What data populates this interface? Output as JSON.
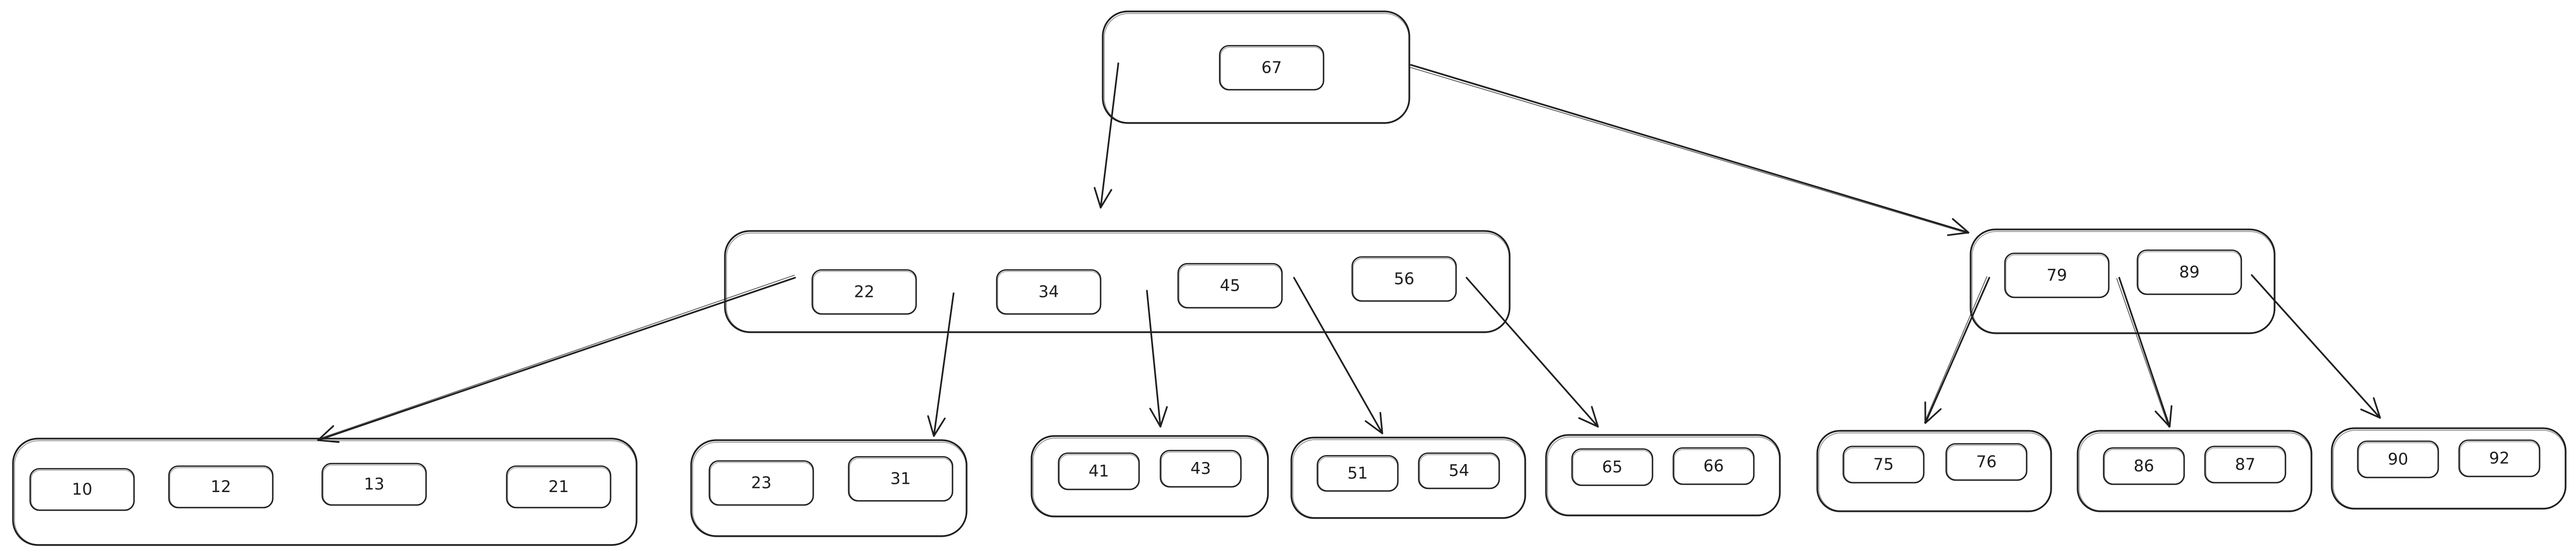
{
  "tree": {
    "nodes": [
      {
        "id": "root",
        "keys": [
          "67"
        ]
      },
      {
        "id": "internal-left",
        "keys": [
          "22",
          "34",
          "45",
          "56"
        ]
      },
      {
        "id": "internal-right",
        "keys": [
          "79",
          "89"
        ]
      },
      {
        "id": "leaf-1",
        "keys": [
          "10",
          "12",
          "13",
          "21"
        ]
      },
      {
        "id": "leaf-2",
        "keys": [
          "23",
          "31"
        ]
      },
      {
        "id": "leaf-3",
        "keys": [
          "41",
          "43"
        ]
      },
      {
        "id": "leaf-4",
        "keys": [
          "51",
          "54"
        ]
      },
      {
        "id": "leaf-5",
        "keys": [
          "65",
          "66"
        ]
      },
      {
        "id": "leaf-6",
        "keys": [
          "75",
          "76"
        ]
      },
      {
        "id": "leaf-7",
        "keys": [
          "86",
          "87"
        ]
      },
      {
        "id": "leaf-8",
        "keys": [
          "90",
          "92"
        ]
      }
    ],
    "edges": [
      {
        "from": "root",
        "to": "internal-left"
      },
      {
        "from": "root",
        "to": "internal-right"
      },
      {
        "from": "internal-left",
        "to": "leaf-1"
      },
      {
        "from": "internal-left",
        "to": "leaf-2"
      },
      {
        "from": "internal-left",
        "to": "leaf-3"
      },
      {
        "from": "internal-left",
        "to": "leaf-4"
      },
      {
        "from": "internal-left",
        "to": "leaf-5"
      },
      {
        "from": "internal-right",
        "to": "leaf-6"
      },
      {
        "from": "internal-right",
        "to": "leaf-7"
      },
      {
        "from": "internal-right",
        "to": "leaf-8"
      }
    ]
  }
}
